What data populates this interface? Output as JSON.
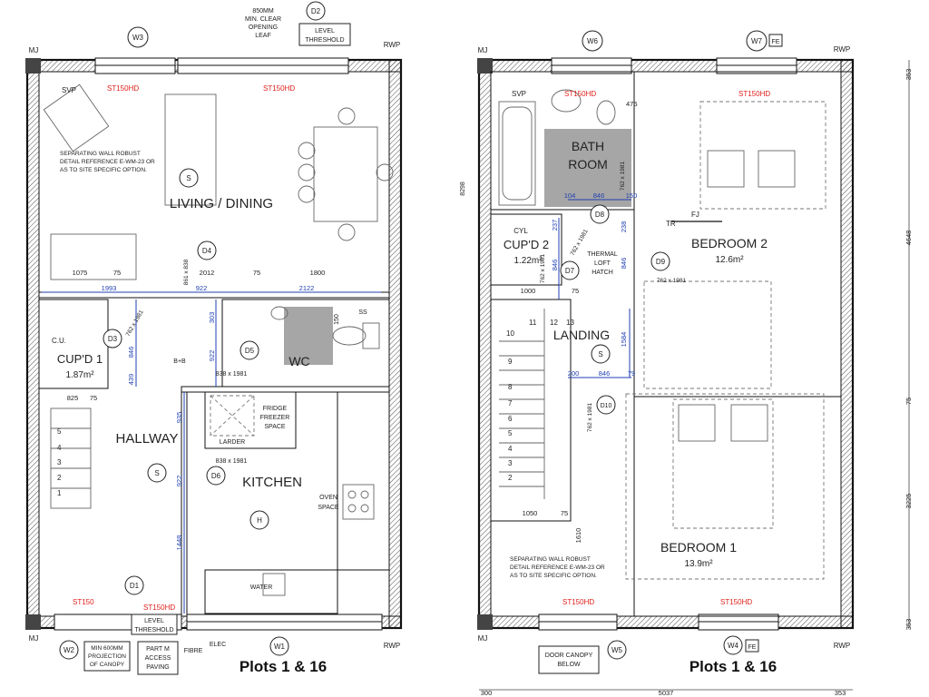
{
  "ground": {
    "title": "Plots 1 & 16",
    "living_dining": "LIVING / DINING",
    "hallway": "HALLWAY",
    "kitchen": "KITCHEN",
    "wc": "WC",
    "cupd1": "CUP'D 1",
    "cupd1_area": "1.87m²",
    "cu": "C.U.",
    "fridge": [
      "FRIDGE",
      "FREEZER",
      "SPACE"
    ],
    "larder": "LARDER",
    "oven": [
      "OVEN",
      "SPACE"
    ],
    "water": "WATER",
    "bb": "B+B",
    "stair_nums": [
      "5",
      "4",
      "3",
      "2",
      "1"
    ],
    "note_sep": [
      "SEPARATING WALL ROBUST",
      "DETAIL REFERENCE E-WM-23 OR",
      "AS TO SITE SPECIFIC OPTION."
    ],
    "note_850": [
      "850MM",
      "MIN. CLEAR",
      "OPENING",
      "LEAF"
    ],
    "level_threshold_top": [
      "LEVEL",
      "THRESHOLD"
    ],
    "level_threshold_bot": [
      "LEVEL",
      "THRESHOLD"
    ],
    "min600": [
      "MIN 600MM",
      "PROJECTION",
      "OF CANOPY"
    ],
    "partm": [
      "PART M",
      "ACCESS",
      "PAVING"
    ],
    "fibre": "FIBRE",
    "elec": "ELEC",
    "svp": "SVP",
    "rwp_top": "RWP",
    "rwp_bot": "RWP",
    "mj_top": "MJ",
    "mj_bot": "MJ",
    "st150hd_1": "ST150HD",
    "st150hd_2": "ST150HD",
    "st150": "ST150",
    "st150hd_3": "ST150HD",
    "tags": {
      "w3": "W3",
      "d2": "D2",
      "w1": "W1",
      "w2": "W2",
      "d1": "D1",
      "d3": "D3",
      "d4": "D4",
      "d5": "D5",
      "d6": "D6",
      "s1": "S",
      "s2": "S",
      "h": "H"
    },
    "dims": {
      "d1075": "1075",
      "d75a": "75",
      "d2012": "2012",
      "d75b": "75",
      "d1800": "1800",
      "d1993": "1993",
      "d922a": "922",
      "d2122": "2122",
      "d303": "303",
      "d922b": "922",
      "d838a": "838 x 1981",
      "d838b": "838 x 1981",
      "d762": "762 x 1981",
      "d861": "861 x 838",
      "d825": "825",
      "d75c": "75",
      "d935": "935",
      "d922c": "922",
      "d1448": "1448",
      "d846": "846",
      "d439": "439",
      "d150": "150",
      "d55": "SS"
    }
  },
  "first": {
    "title": "Plots 1 & 16",
    "bathroom": [
      "BATH",
      "ROOM"
    ],
    "bedroom2": "BEDROOM 2",
    "bedroom2_area": "12.6m²",
    "bedroom1": "BEDROOM 1",
    "bedroom1_area": "13.9m²",
    "landing": "LANDING",
    "cupd2": "CUP'D 2",
    "cupd2_area": "1.22m²",
    "cyl": "CYL",
    "thermal": [
      "THERMAL",
      "LOFT",
      "HATCH"
    ],
    "note_sep": [
      "SEPARATING WALL ROBUST",
      "DETAIL REFERENCE E-WM-23 OR",
      "AS TO SITE SPECIFIC OPTION."
    ],
    "door_canopy": [
      "DOOR CANOPY",
      "BELOW"
    ],
    "svp": "SVP",
    "rwp_top": "RWP",
    "rwp_bot": "RWP",
    "mj_top": "MJ",
    "mj_bot": "MJ",
    "st150hd_1": "ST150HD",
    "st150hd_2": "ST150HD",
    "st150hd_3": "ST150HD",
    "st150hd_4": "ST150HD",
    "fe1": "FE",
    "fe2": "FE",
    "tr": "TR",
    "fj": "FJ",
    "stair_nums": [
      "11",
      "12",
      "13",
      "10",
      "9",
      "8",
      "7",
      "6",
      "5",
      "4",
      "3",
      "2"
    ],
    "tags": {
      "w6": "W6",
      "w7": "W7",
      "w4": "W4",
      "w5": "W5",
      "d7": "D7",
      "d8": "D8",
      "d9": "D9",
      "d10": "D10",
      "s": "S"
    },
    "dims": {
      "d475": "475",
      "d104": "104",
      "d846a": "846",
      "d150": "150",
      "d1000": "1000",
      "d75a": "75",
      "d200": "200",
      "d846b": "846",
      "d79": "79",
      "d1050": "1050",
      "d75b": "75",
      "d1610": "1610",
      "d762a": "762 x 1981",
      "d762b": "762 x 1981",
      "d762c": "762 x 1981",
      "d762d": "762 x 1981",
      "d762e": "762 x 1981",
      "d1584": "1584",
      "d846c": "846",
      "d237": "237",
      "d238": "238",
      "d6f": "846",
      "d5037": "5037",
      "d300": "300",
      "d353a": "353",
      "d353b": "353",
      "d353c": "353",
      "d4648": "4648",
      "d75v": "75",
      "d3225": "3225",
      "d8298": "8298"
    }
  }
}
